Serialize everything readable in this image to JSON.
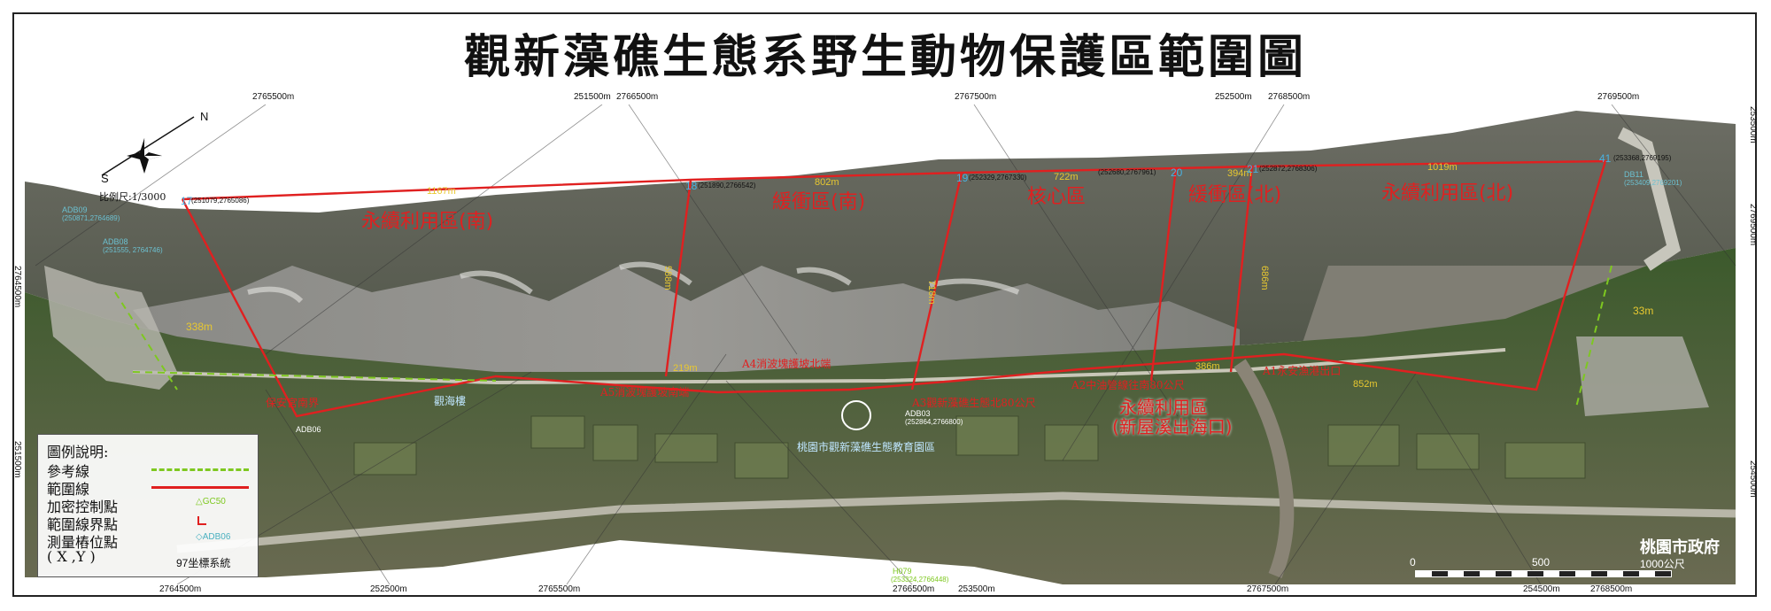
{
  "title": "觀新藻礁生態系野生動物保護區範圍圖",
  "top_ticks": [
    "2765500m",
    "251500m",
    "2766500m",
    "2767500m",
    "252500m",
    "2768500m",
    "2769500m"
  ],
  "bottom_ticks": [
    "2764500m",
    "252500m",
    "2765500m",
    "2766500m",
    "253500m",
    "2767500m",
    "254500m",
    "2768500m"
  ],
  "left_ticks": [
    "2764500m",
    "251500m"
  ],
  "right_ticks": [
    "253500m",
    "2769500m",
    "254500m"
  ],
  "map_scale_text": "比例尺:1/3000",
  "compass": {
    "n": "N",
    "s": "S"
  },
  "zones": [
    {
      "label": "永續利用區(南)",
      "color": "#e02020"
    },
    {
      "label": "緩衝區(南)",
      "color": "#e02020"
    },
    {
      "label": "核心區",
      "color": "#e02020"
    },
    {
      "label": "緩衝區(北)",
      "color": "#e02020"
    },
    {
      "label": "永續利用區(北)",
      "color": "#e02020"
    },
    {
      "label": "永續利用區",
      "color": "#e02020"
    },
    {
      "label": "(新屋溪出海口)",
      "color": "#e02020"
    }
  ],
  "distances": [
    "1167m",
    "802m",
    "722m",
    "394m",
    "1019m",
    "33m",
    "338m",
    "588m",
    "718m",
    "686m",
    "219m",
    "386m",
    "852m"
  ],
  "boundary_points": [
    {
      "num": "17",
      "coord": "(251079,2765086)"
    },
    {
      "num": "18",
      "coord": "(251890,2766542)"
    },
    {
      "num": "19",
      "coord": "(252329,2767330)"
    },
    {
      "num": "20",
      "coord": "(252680,2767961)"
    },
    {
      "num": "21",
      "coord": "(252872,2768306)"
    },
    {
      "num": "41",
      "coord": "(253368,2769195)"
    }
  ],
  "shore_annotations": [
    {
      "label": "保安宮南界",
      "color": "#e02020"
    },
    {
      "label": "A5消波塊護坡南端",
      "color": "#e02020"
    },
    {
      "label": "A4消波塊護坡北端",
      "color": "#e02020"
    },
    {
      "label": "A3觀新藻礁生態北80公尺",
      "color": "#e02020"
    },
    {
      "label": "A2中油管線往南80公尺",
      "color": "#e02020"
    },
    {
      "label": "A1永安漁港出口",
      "color": "#e02020"
    }
  ],
  "control_points": [
    {
      "name": "ADB09",
      "coord": "(250871,2764689)"
    },
    {
      "name": "ADB08",
      "coord": "(251555, 2764746)"
    },
    {
      "name": "DB11",
      "coord": "(253409,2769201)"
    },
    {
      "name": "ADB03",
      "coord": "(252864,2766800)"
    },
    {
      "name": "ADB06",
      "coord": ""
    }
  ],
  "landmarks": [
    {
      "label": "觀海樓"
    },
    {
      "label": "桃園市觀新藻礁生態教育園區"
    }
  ],
  "hm_point": {
    "label": "H079",
    "coord": "(253324,2766448)"
  },
  "legend": {
    "title": "圖例說明:",
    "items": [
      {
        "label": "參考線",
        "kind": "dash",
        "color": "#7ec820"
      },
      {
        "label": "範圍線",
        "kind": "line",
        "color": "#e02020"
      },
      {
        "label": "加密控制點",
        "kind": "triangle",
        "color": "#7ec820",
        "sample": "GC50"
      },
      {
        "label": "範圍線界點",
        "kind": "corner",
        "color": "#e02020"
      },
      {
        "label": "測量樁位點",
        "kind": "circle",
        "color": "#4ab0c0",
        "sample": "ADB06"
      }
    ],
    "xy_label": "( X ,Y )",
    "coord_system": "97坐標系統"
  },
  "scale_bar": {
    "labels": [
      "0",
      "500",
      "1000公尺"
    ]
  },
  "gov_label": "桃園市政府"
}
